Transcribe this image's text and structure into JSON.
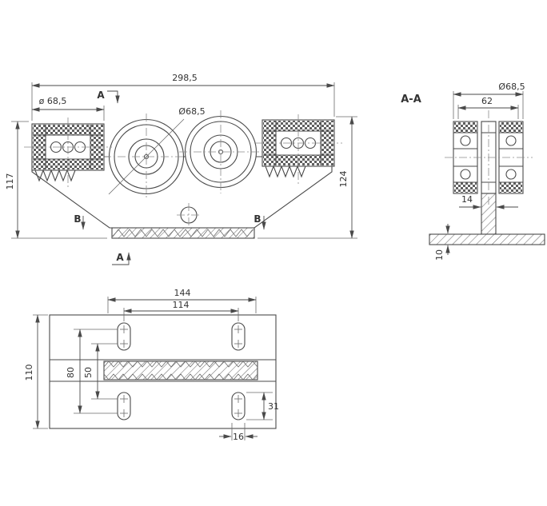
{
  "drawing": {
    "background": "#ffffff",
    "line_color": "#4a4a4a",
    "front_view": {
      "dim_overall_width": "298,5",
      "dim_bearing_diameter": "ø 68,5",
      "dim_wheel_diameter": "Ø68,5",
      "dim_height_left": "117",
      "dim_height_right": "124",
      "marker_section_a_top": "A",
      "marker_section_a_bottom": "A",
      "marker_section_b_left": "B",
      "marker_section_b_right": "B"
    },
    "section_view": {
      "label": "A-A",
      "dim_roller_diameter": "Ø68,5",
      "dim_roller_width": "62",
      "dim_web_thickness": "14",
      "dim_base_thickness": "10"
    },
    "plan_view": {
      "dim_mount_width": "144",
      "dim_hole_pitch_horizontal": "114",
      "dim_plate_depth": "110",
      "dim_hole_pitch_vertical_outer": "80",
      "dim_hole_pitch_vertical_inner": "50",
      "dim_slot_length": "31",
      "dim_slot_width": "16"
    }
  }
}
